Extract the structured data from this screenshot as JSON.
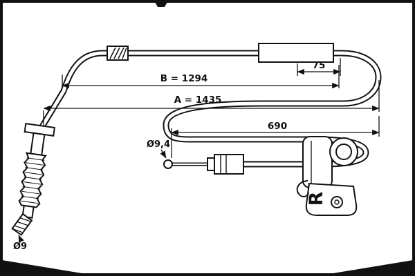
{
  "diagram": {
    "dimensions": {
      "sleeve_length": "75",
      "dim_b": "B = 1294",
      "dim_a": "A = 1435",
      "dim_690": "690",
      "ball_diameter": "Ø9,4",
      "thread_diameter": "Ø9"
    },
    "markings": {
      "orientation": "R"
    },
    "colors": {
      "ink": "#111111",
      "paper": "#ffffff"
    }
  }
}
